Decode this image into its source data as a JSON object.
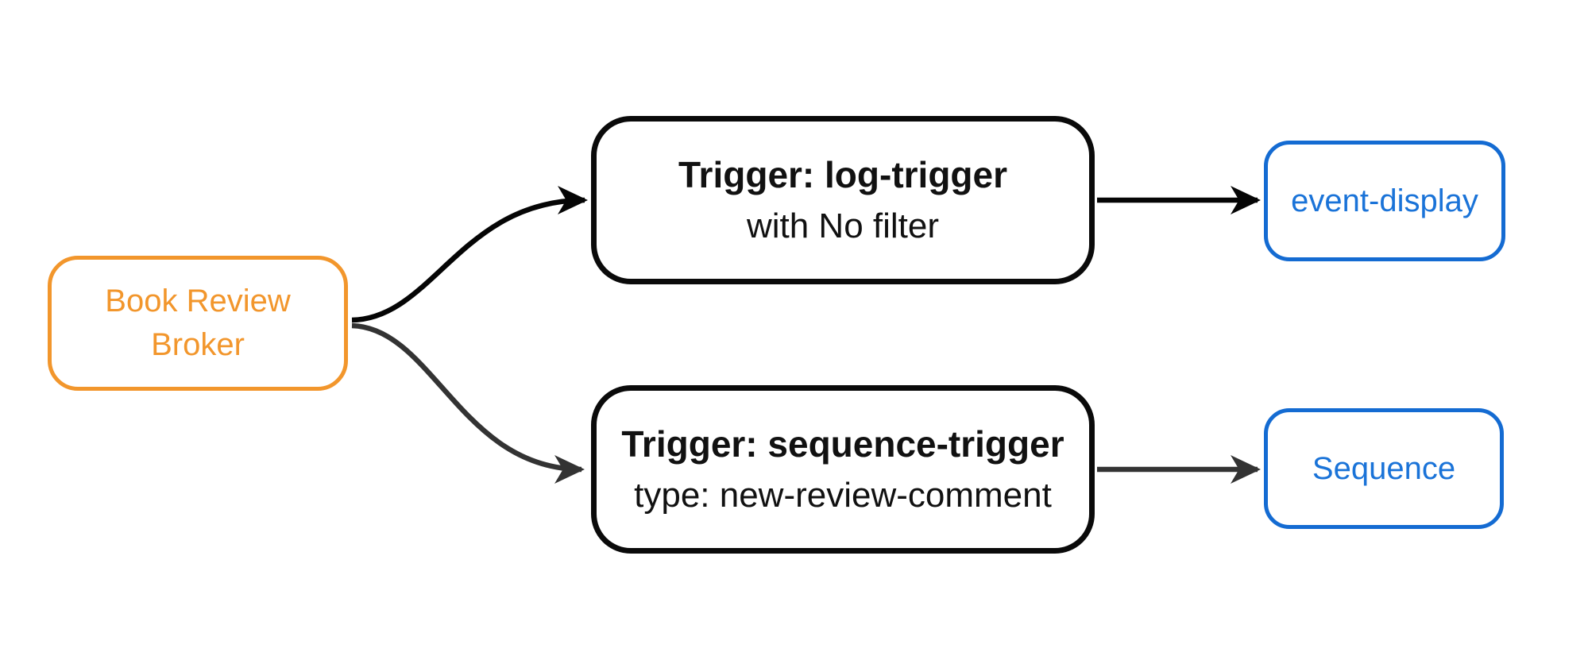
{
  "diagram": {
    "type": "flowchart",
    "direction": "LR",
    "nodes": {
      "broker": {
        "id": "broker",
        "kind": "broker",
        "label": "Book Review Broker"
      },
      "log_trigger": {
        "id": "log-trigger",
        "kind": "trigger",
        "title": "Trigger: log-trigger",
        "subtitle": "with No filter"
      },
      "sequence_trigger": {
        "id": "sequence-trigger",
        "kind": "trigger",
        "title": "Trigger: sequence-trigger",
        "subtitle": "type: new-review-comment"
      },
      "event_display": {
        "id": "event-display",
        "kind": "sink",
        "label": "event-display"
      },
      "sequence": {
        "id": "sequence",
        "kind": "sink",
        "label": "Sequence"
      }
    },
    "edges": [
      {
        "from": "broker",
        "to": "log-trigger",
        "style": "curved",
        "color": "dark"
      },
      {
        "from": "broker",
        "to": "sequence-trigger",
        "style": "curved",
        "color": "gray"
      },
      {
        "from": "log-trigger",
        "to": "event-display",
        "style": "straight",
        "color": "dark"
      },
      {
        "from": "sequence-trigger",
        "to": "sequence",
        "style": "straight",
        "color": "gray"
      }
    ],
    "colors": {
      "broker_accent": "#F2962C",
      "sink_border": "#146BD2",
      "sink_text": "#1A73D8",
      "trigger_border": "#0A0A0A",
      "trigger_text": "#111111",
      "edge_dark": "#050505",
      "edge_gray": "#333333",
      "node_fill": "#FFFFFF"
    }
  }
}
